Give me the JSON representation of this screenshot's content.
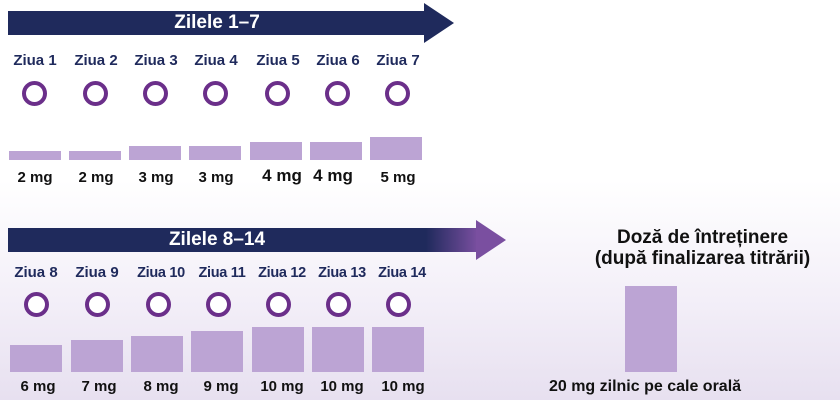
{
  "week1": {
    "title": "Zilele 1–7",
    "days": [
      {
        "label": "Ziua 1",
        "dose": "2 mg",
        "dose_mg": 2
      },
      {
        "label": "Ziua 2",
        "dose": "2 mg",
        "dose_mg": 2
      },
      {
        "label": "Ziua 3",
        "dose": "3 mg",
        "dose_mg": 3
      },
      {
        "label": "Ziua 4",
        "dose": "3 mg",
        "dose_mg": 3
      },
      {
        "label": "Ziua 5",
        "dose": "4 mg",
        "dose_mg": 4
      },
      {
        "label": "Ziua 6",
        "dose": "4 mg",
        "dose_mg": 4
      },
      {
        "label": "Ziua 7",
        "dose": "5 mg",
        "dose_mg": 5
      }
    ]
  },
  "week2": {
    "title": "Zilele 8–14",
    "days": [
      {
        "label": "Ziua 8",
        "dose": "6 mg",
        "dose_mg": 6
      },
      {
        "label": "Ziua 9",
        "dose": "7 mg",
        "dose_mg": 7
      },
      {
        "label": "Ziua 10",
        "dose": "8 mg",
        "dose_mg": 8
      },
      {
        "label": "Ziua 11",
        "dose": "9 mg",
        "dose_mg": 9
      },
      {
        "label": "Ziua 12",
        "dose": "10 mg",
        "dose_mg": 10
      },
      {
        "label": "Ziua 13",
        "dose": "10 mg",
        "dose_mg": 10
      },
      {
        "label": "Ziua 14",
        "dose": "10 mg",
        "dose_mg": 10
      }
    ]
  },
  "maintenance": {
    "title_line1": "Doză de întreținere",
    "title_line2": "(după finalizarea titrării)",
    "caption": "20 mg zilnic pe cale orală",
    "dose_mg": 20
  },
  "colors": {
    "arrow": "#1f2a5c",
    "pill_ring": "#6b2f8a",
    "bar": "#bca4d4",
    "day_label": "#1f2a5c"
  },
  "icons": {
    "pill": "circle-outline",
    "arrow": "right-arrow"
  }
}
